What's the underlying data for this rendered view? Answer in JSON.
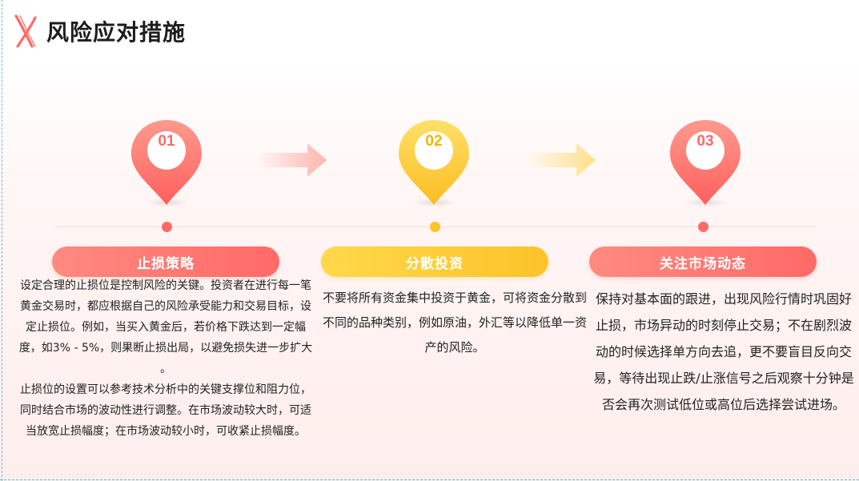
{
  "title": "风险应对措施",
  "colors": {
    "red": "#ff6a67",
    "yellow": "#fcc32a",
    "logo": "#ff6a67"
  },
  "steps": [
    {
      "number": "01",
      "label": "止损策略",
      "theme": "red",
      "paragraphs": [
        "设定合理的止损位是控制风险的关键。投资者在进行每一笔黄金交易时，都应根据自己的风险承受能力和交易目标，设定止损位。例如，当买入黄金后，若价格下跌达到一定幅度，如3% - 5%，则果断止损出局，以避免损失进一步扩大 。",
        "止损位的设置可以参考技术分析中的关键支撑位和阻力位，同时结合市场的波动性进行调整。在市场波动较大时，可适当放宽止损幅度；在市场波动较小时，可收紧止损幅度。"
      ]
    },
    {
      "number": "02",
      "label": "分散投资",
      "theme": "yellow",
      "paragraphs": [
        "不要将所有资金集中投资于黄金，可将资金分散到不同的品种类别，例如原油，外汇等以降低单一资产的风险。"
      ]
    },
    {
      "number": "03",
      "label": "关注市场动态",
      "theme": "red",
      "paragraphs": [
        "保持对基本面的跟进，出现风险行情时巩固好止损，市场异动的时刻停止交易；不在剧烈波动的时候选择单方向去追，更不要盲目反向交易，等待出现止跌/止涨信号之后观察十分钟是否会再次测试低位或高位后选择尝试进场。"
      ]
    }
  ]
}
